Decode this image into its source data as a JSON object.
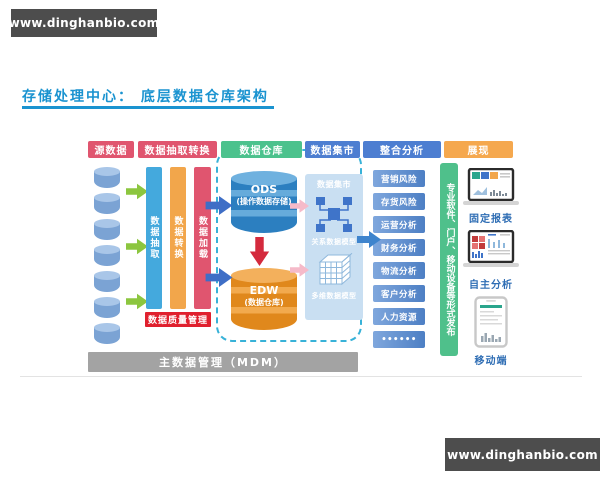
{
  "watermark_top": "www.dinghanbio.com",
  "watermark_bottom": "www.dinghanbio.com",
  "title": "存储处理中心： 底层数据仓库架构",
  "columns": {
    "source": {
      "header": "源数据"
    },
    "etl": {
      "header": "数据抽取转换",
      "bars": [
        "数据抽取",
        "数据转换",
        "数据加载"
      ],
      "quality_label": "数据质量管理"
    },
    "warehouse": {
      "header": "数据仓库",
      "ods_title": "ODS",
      "ods_subtitle": "(操作数据存储)",
      "edw_title": "EDW",
      "edw_subtitle": "(数据仓库)"
    },
    "mart": {
      "header": "数据集市",
      "box_title": "数据集市",
      "model_relational": "关系数据模型",
      "model_multidim": "多维数据模型"
    },
    "analysis": {
      "header": "整合分析",
      "items": [
        "营销风险",
        "存货风险",
        "运营分析",
        "财务分析",
        "物流分析",
        "客户分析",
        "人力资源",
        "••••••"
      ]
    },
    "presentation": {
      "header": "展现",
      "channel_bar": "专业软件、门户、移动设备等形式发布",
      "fixed_report_label": "固定报表",
      "self_analysis_label": "自主分析",
      "mobile_label": "移动端"
    }
  },
  "footer_bar": "主数据管理（MDM）",
  "colors": {
    "header_pink": "#e0556f",
    "header_green": "#4cc28d",
    "header_blue": "#4d7ed1",
    "header_orange": "#f5a84e",
    "title_blue": "#1a93d0",
    "dashed_border": "#38b2d8",
    "green_arrow": "#8cc63f",
    "blue_arrow": "#3e6ec6",
    "red_arrow": "#d42a3d",
    "pink_arrow": "#f5bac9",
    "quality_red": "#e0202e",
    "mdm_gray": "#a3a3a3",
    "banner_gray": "#4d4d4d"
  }
}
